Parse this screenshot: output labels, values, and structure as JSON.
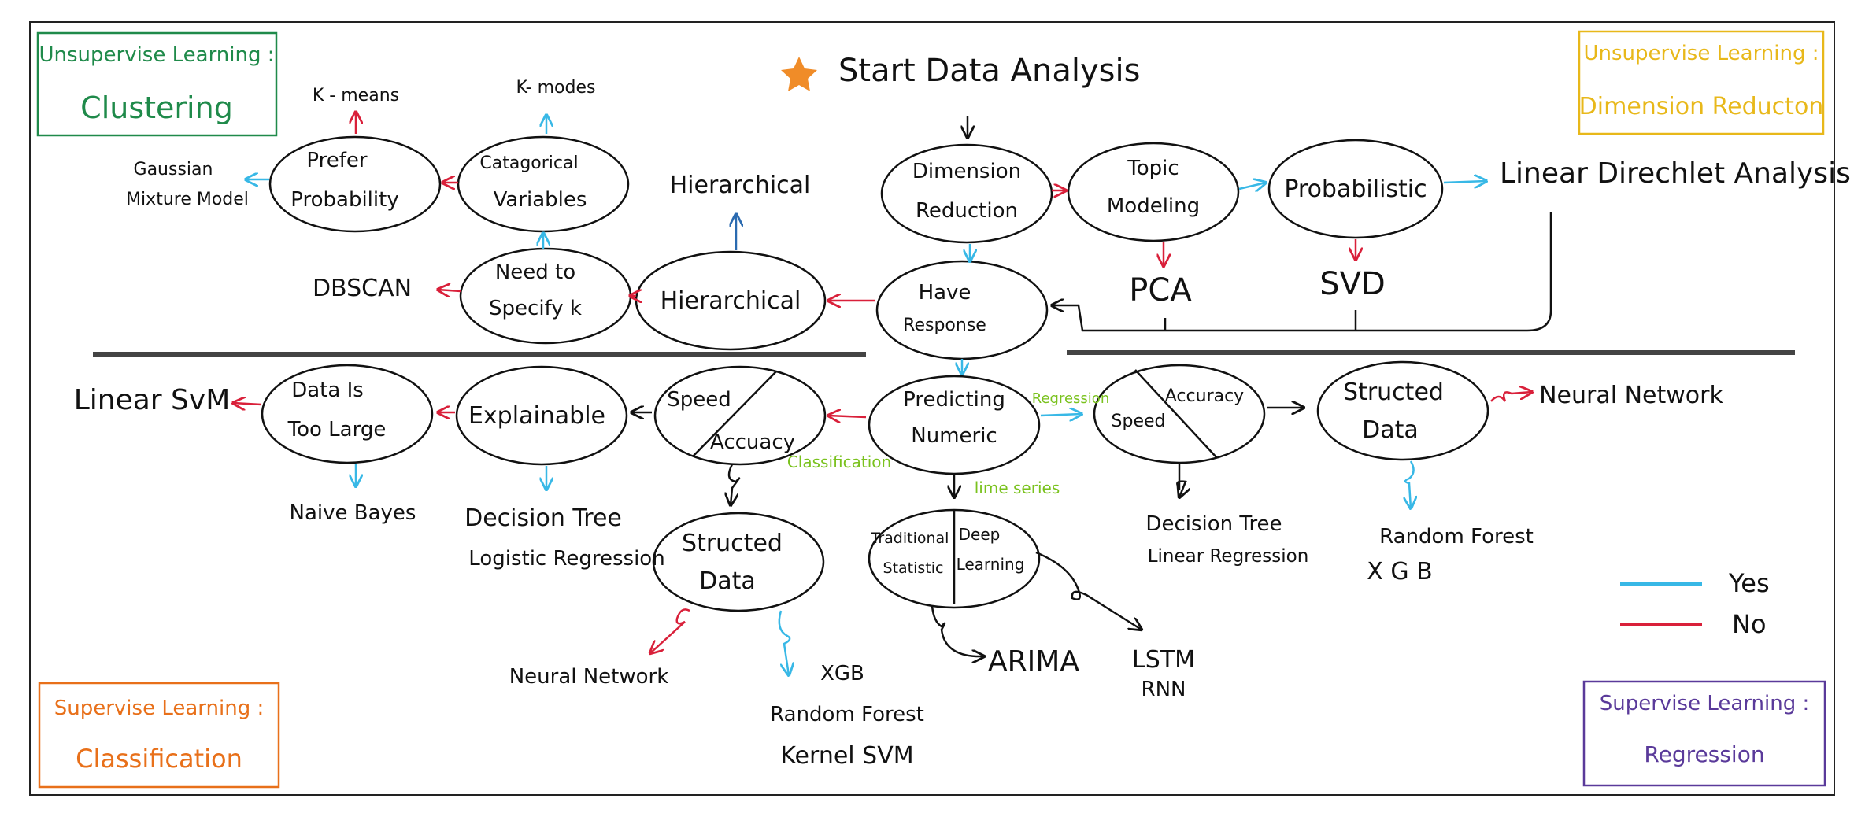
{
  "colors": {
    "yes": "#38b8e6",
    "no": "#d9203a",
    "green": "#1f8a4a",
    "yellow": "#e8b81a",
    "orange": "#e8701a",
    "purple": "#5a3a9a",
    "lime": "#7ac21e",
    "star": "#f08c28",
    "blue": "#2a6ab0"
  },
  "legend": {
    "yes": "Yes",
    "no": "No"
  },
  "corners": {
    "clustering": {
      "line1": "Unsupervise  Learning :",
      "line2": "Clustering"
    },
    "dimension": {
      "line1": "Unsupervise  Learning :",
      "line2": "Dimension  Reducton"
    },
    "classification": {
      "line1": "Supervise  Learning :",
      "line2": "Classification"
    },
    "regression": {
      "line1": "Supervise  Learning :",
      "line2": "Regression"
    }
  },
  "start": {
    "label": "Start  Data  Analysis",
    "icon": "star-icon"
  },
  "nodes": {
    "dimension_reduction": {
      "l1": "Dimension",
      "l2": "Reduction"
    },
    "topic_modeling": {
      "l1": "Topic",
      "l2": "Modeling"
    },
    "probabilistic": {
      "l1": "Probabilistic"
    },
    "have_response": {
      "l1": "Have",
      "l2": "Response"
    },
    "hierarchical_node": {
      "l1": "Hierarchical"
    },
    "need_specify_k": {
      "l1": "Need  to",
      "l2": "Specify  k"
    },
    "categorical_variables": {
      "l1": "Catagorical",
      "l2": "Variables"
    },
    "prefer_probability": {
      "l1": "Prefer",
      "l2": "Probability"
    },
    "predicting_numeric": {
      "l1": "Predicting",
      "l2": "Numeric"
    },
    "speed_accuracy_class": {
      "top": "Speed",
      "bottom": "Accuacy"
    },
    "explainable": {
      "l1": "Explainable"
    },
    "data_too_large": {
      "l1": "Data  Is",
      "l2": "Too  Large"
    },
    "structed_data_class": {
      "l1": "Structed",
      "l2": "Data"
    },
    "speed_accuracy_reg": {
      "top": "Accuracy",
      "bottom": "Speed"
    },
    "structed_data_reg": {
      "l1": "Structed",
      "l2": "Data"
    },
    "time_series": {
      "left1": "Traditional",
      "left2": "Statistic",
      "right1": "Deep",
      "right2": "Learning"
    }
  },
  "leaves": {
    "linear_dirichlet": "Linear  Direchlet  Analysis",
    "pca": "PCA",
    "svd": "SVD",
    "hierarchical_leaf": "Hierarchical",
    "dbscan": "DBSCAN",
    "k_modes": "K- modes",
    "k_means": "K - means",
    "gmm1": "Gaussian",
    "gmm2": "Mixture  Model",
    "linear_svm": "Linear  SvM",
    "naive_bayes": "Naive  Bayes",
    "decision_tree_c": "Decision Tree",
    "logistic_regression": "Logistic  Regression",
    "neural_network_c": "Neural  Network",
    "xgb_c": "XGB",
    "random_forest_c": "Random  Forest",
    "kernel_svm": "Kernel  SVM",
    "arima": "ARIMA",
    "lstm": "LSTM",
    "rnn": "RNN",
    "decision_tree_r": "Decision  Tree",
    "linear_regression": "Linear  Regression",
    "neural_network_r": "Neural  Network",
    "random_forest_r": "Random  Forest",
    "xgb_r": "X G B"
  },
  "edge_labels": {
    "regression": "Regression",
    "classification": "Classification",
    "time_series": "lime  series"
  }
}
